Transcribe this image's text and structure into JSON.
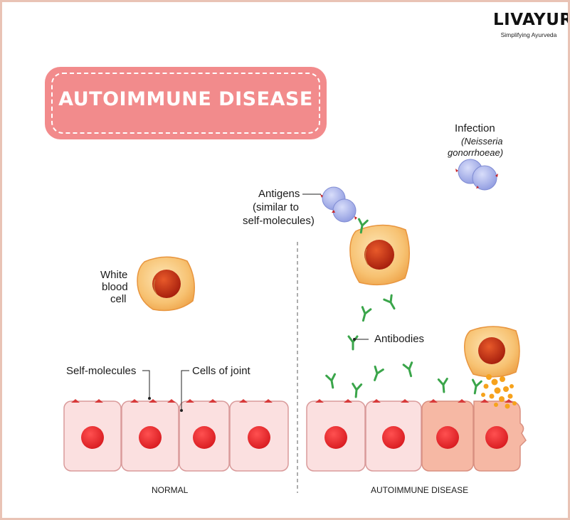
{
  "brand": {
    "name": "LIVAYUR",
    "tagline": "Simplifying Ayurveda"
  },
  "banner": {
    "title": "AUTOIMMUNE DISEASE"
  },
  "labels": {
    "infection": "Infection",
    "infection_species_line1": "(Neisseria",
    "infection_species_line2": "gonorrhoeae)",
    "antigens_line1": "Antigens",
    "antigens_line2": "(similar to",
    "antigens_line3": "self-molecules)",
    "white_blood_cell_line1": "White",
    "white_blood_cell_line2": "blood",
    "white_blood_cell_line3": "cell",
    "antibodies": "Antibodies",
    "self_molecules": "Self-molecules",
    "cells_of_joint": "Cells of joint",
    "normal": "NORMAL",
    "autoimmune_disease": "AUTOIMMUNE DISEASE"
  },
  "colors": {
    "banner": "#f28b8c",
    "frame_border": "#e9c3b5",
    "joint_cell_fill": "#fbe0e0",
    "damaged_cell_fill": "#f6b8a4",
    "nucleus_red": "#e8262a",
    "wbc_body": "#f7bf6b",
    "wbc_nucleus": "#c7361a",
    "antigen_purple": "#a9b3ec",
    "antibody_green": "#3aa54a",
    "granule_orange": "#f6a21c"
  }
}
